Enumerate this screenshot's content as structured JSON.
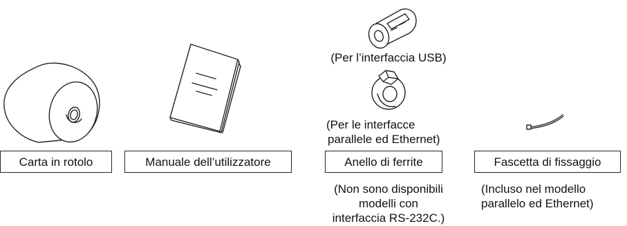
{
  "items": {
    "paper_roll": {
      "label": "Carta in rotolo"
    },
    "manual": {
      "label": "Manuale dell’utilizzatore"
    },
    "ferrite": {
      "label": "Anello di ferrite",
      "usb_caption": "(Per l’interfaccia USB)",
      "parallel_caption_line1": "(Per le interfacce",
      "parallel_caption_line2": "parallele ed Ethernet)",
      "note_line1": "(Non sono disponibili",
      "note_line2": "modelli con",
      "note_line3": "interfaccia RS-232C.)"
    },
    "cable_tie": {
      "label": "Fascetta di fissaggio",
      "note_line1": "(Incluso nel modello",
      "note_line2": "parallelo ed Ethernet)"
    }
  }
}
